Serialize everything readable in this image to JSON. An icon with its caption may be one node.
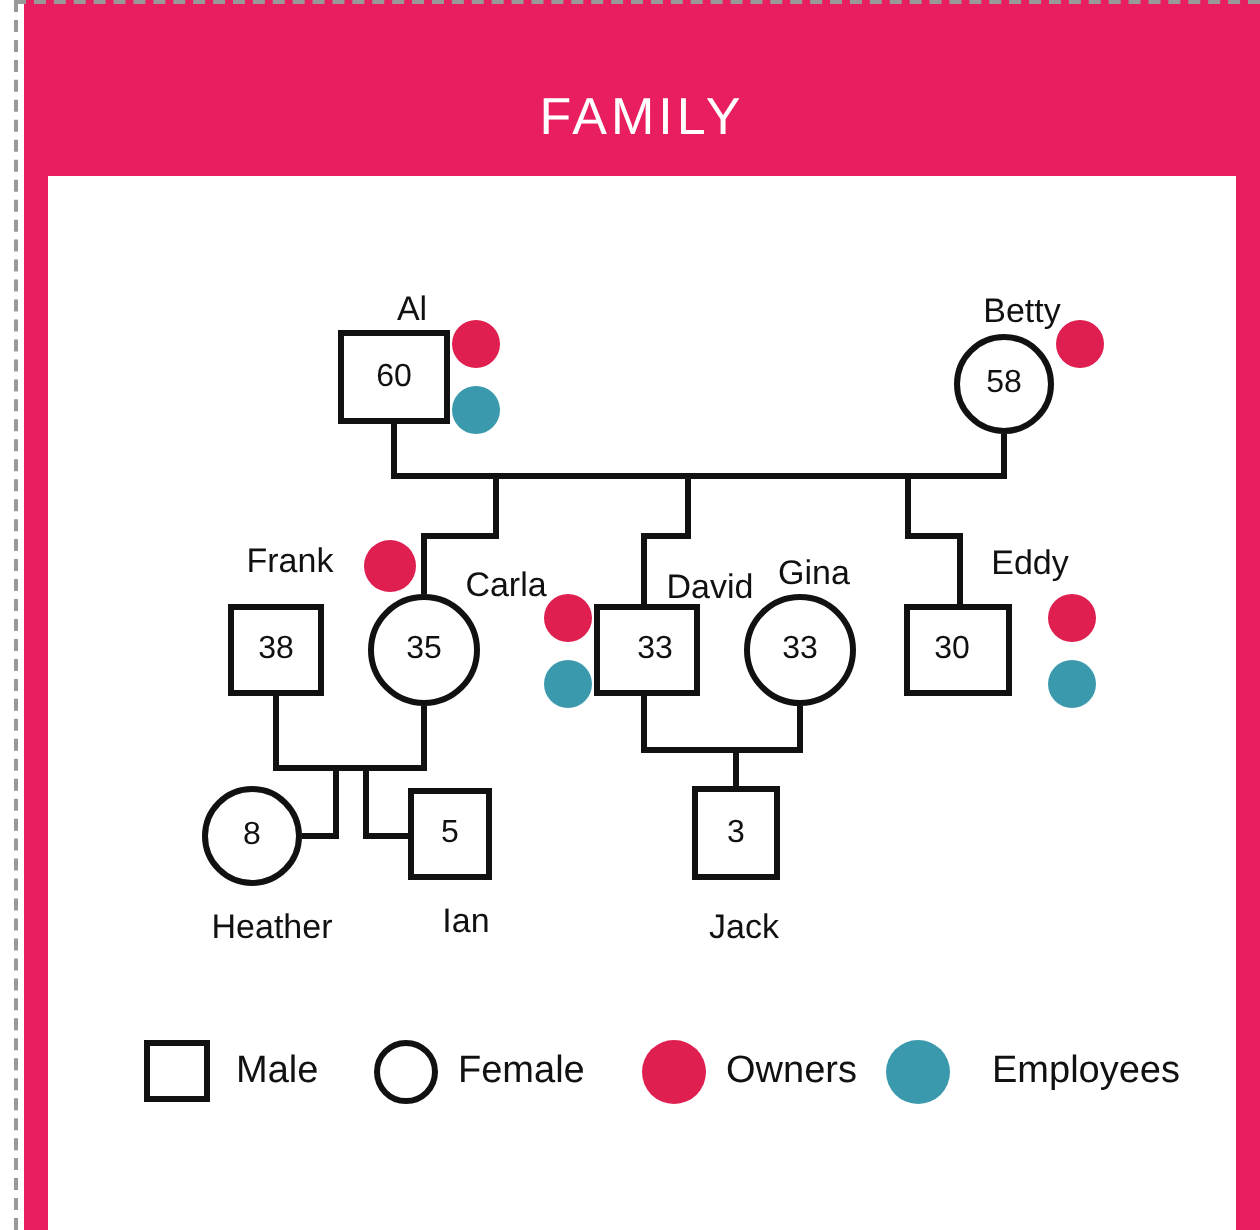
{
  "diagram": {
    "title": "FAMILY",
    "nodes": [
      {
        "text": [
          "Al",
          "60"
        ]
      },
      {
        "text": [
          "Betty",
          "58"
        ]
      },
      {
        "text": [
          "Frank",
          "38"
        ]
      },
      {
        "text": [
          "Carla",
          "35"
        ]
      },
      {
        "text": [
          "David",
          "33"
        ]
      },
      {
        "text": [
          "Gina",
          "33"
        ]
      },
      {
        "text": [
          "Eddy",
          "30"
        ]
      },
      {
        "text": [
          "8",
          "Heather"
        ]
      },
      {
        "text": [
          "5",
          "Ian"
        ]
      },
      {
        "text": [
          "3",
          "Jack"
        ]
      },
      {
        "text": [],
        "shape": "circle"
      },
      {
        "text": [],
        "shape": "circle"
      },
      {
        "text": [],
        "shape": "circle"
      },
      {
        "text": [],
        "shape": "circle"
      },
      {
        "text": [],
        "shape": "circle"
      },
      {
        "text": [],
        "shape": "circle"
      },
      {
        "text": [],
        "shape": "circle"
      },
      {
        "text": [],
        "shape": "circle"
      }
    ],
    "edges": [
      {
        "from": 0,
        "to": 1,
        "arrow": "none"
      },
      {
        "from": 0,
        "to": 3,
        "arrow": "none"
      },
      {
        "from": 1,
        "to": 3,
        "arrow": "none"
      },
      {
        "from": 0,
        "to": 4,
        "arrow": "none"
      },
      {
        "from": 1,
        "to": 4,
        "arrow": "none"
      },
      {
        "from": 0,
        "to": 6,
        "arrow": "none"
      },
      {
        "from": 1,
        "to": 6,
        "arrow": "none"
      },
      {
        "from": 2,
        "to": 3,
        "arrow": "none"
      },
      {
        "from": 2,
        "to": 7,
        "arrow": "none"
      },
      {
        "from": 3,
        "to": 7,
        "arrow": "none"
      },
      {
        "from": 2,
        "to": 8,
        "arrow": "none"
      },
      {
        "from": 3,
        "to": 8,
        "arrow": "none"
      },
      {
        "from": 4,
        "to": 5,
        "arrow": "none"
      },
      {
        "from": 4,
        "to": 9,
        "arrow": "none"
      },
      {
        "from": 5,
        "to": 9,
        "arrow": "none"
      }
    ],
    "legend": [
      {
        "text": "Male"
      },
      {
        "text": "Female"
      },
      {
        "text": "Owners",
        "color": "#df1f4f"
      },
      {
        "text": "Employees",
        "color": "#3a99ad"
      }
    ]
  }
}
